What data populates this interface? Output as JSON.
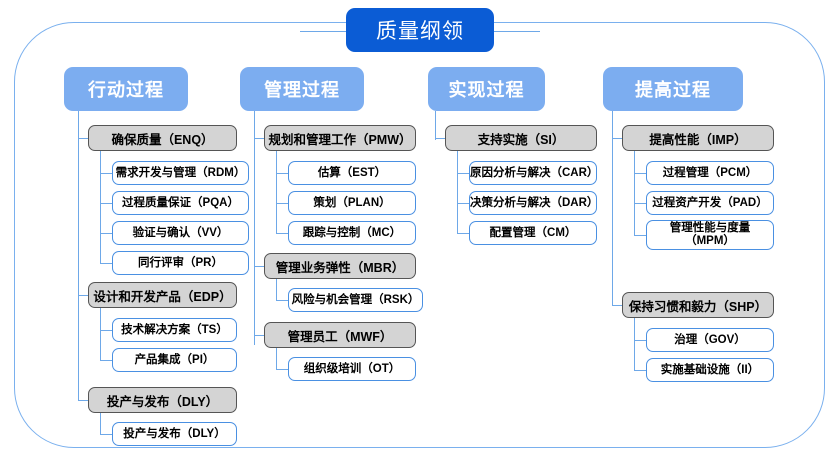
{
  "title": {
    "label": "质量纲领"
  },
  "colors": {
    "title_bg": "#0b5cd5",
    "header_bg": "#7cadf0",
    "group_bg": "#d4d4d4",
    "group_border": "#555555",
    "leaf_border": "#4a90e2",
    "frame_border": "#7ab0ee",
    "connector": "#6ea8e8"
  },
  "columns": [
    {
      "header": "行动过程",
      "groups": [
        {
          "label": "确保质量（ENQ）",
          "children": [
            {
              "label": "需求开发与管理（RDM）"
            },
            {
              "label": "过程质量保证（PQA）"
            },
            {
              "label": "验证与确认（VV）"
            },
            {
              "label": "同行评审（PR）"
            }
          ]
        },
        {
          "label": "设计和开发产品（EDP）",
          "children": [
            {
              "label": "技术解决方案（TS）"
            },
            {
              "label": "产品集成（PI）"
            }
          ]
        },
        {
          "label": "投产与发布（DLY）",
          "children": [
            {
              "label": "投产与发布（DLY）"
            }
          ]
        }
      ]
    },
    {
      "header": "管理过程",
      "groups": [
        {
          "label": "规划和管理工作（PMW）",
          "children": [
            {
              "label": "估算（EST）"
            },
            {
              "label": "策划（PLAN）"
            },
            {
              "label": "跟踪与控制（MC）"
            }
          ]
        },
        {
          "label": "管理业务弹性（MBR）",
          "children": [
            {
              "label": "风险与机会管理（RSK）"
            }
          ]
        },
        {
          "label": "管理员工（MWF）",
          "children": [
            {
              "label": "组织级培训（OT）"
            }
          ]
        }
      ]
    },
    {
      "header": "实现过程",
      "groups": [
        {
          "label": "支持实施（SI）",
          "children": [
            {
              "label": "原因分析与解决（CAR）"
            },
            {
              "label": "决策分析与解决（DAR）"
            },
            {
              "label": "配置管理（CM）"
            }
          ]
        }
      ]
    },
    {
      "header": "提高过程",
      "groups": [
        {
          "label": "提高性能（IMP）",
          "children": [
            {
              "label": "过程管理（PCM）"
            },
            {
              "label": "过程资产开发（PAD）"
            },
            {
              "label": "管理性能与度量\n（MPM）"
            }
          ]
        },
        {
          "label": "保持习惯和毅力（SHP）",
          "children": [
            {
              "label": "治理（GOV）"
            },
            {
              "label": "实施基础设施（II）"
            }
          ]
        }
      ]
    }
  ]
}
